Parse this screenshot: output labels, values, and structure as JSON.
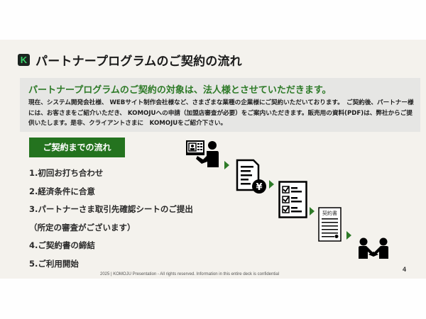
{
  "slide": {
    "logo": {
      "letter": "K",
      "icon": "komoju-logo-icon",
      "bg_color": "#1c2420",
      "fg_color": "#3ad36a"
    },
    "title": "パートナープログラムのご契約の流れ",
    "info": {
      "headline": "パートナープログラムのご契約の対象は、法人様とさせていただきます。",
      "body": "現在、システム開発会社様、 WEBサイト制作会社様など、さまざまな業種の企業様にご契約いただいております。　ご契約後、パートナー様には、お客さまをご紹介いただき、 KOMOJUへの申請（加盟店審査が必要）をご案内いただきます。販売用の資料(PDF)は、弊社からご提供いたします。是非、クライアントさまに　KOMOJUをご紹介下さい。"
    },
    "flow": {
      "label": "ご契約までの流れ",
      "steps": [
        "1.初回お打ち合わせ",
        "2.経済条件に合意",
        "3.パートナーさま取引先確認シートのご提出",
        "（所定の審査がございます）",
        "4.ご契約書の締結",
        "5.ご利用開始"
      ],
      "icons": [
        "online-meeting-icon",
        "invoice-yen-icon",
        "checklist-icon",
        "contract-document-icon",
        "handshake-icon"
      ],
      "contract_icon_label": "契約書"
    },
    "footer": "2025 | KOMOJU Presentation - All rights reserved. Information in this entire deck is confidential",
    "page_number": "4",
    "colors": {
      "accent_green": "#2d7a27",
      "label_green": "#24731f",
      "slide_bg": "#f4f2ed",
      "info_bg": "#e6e6e4"
    }
  }
}
